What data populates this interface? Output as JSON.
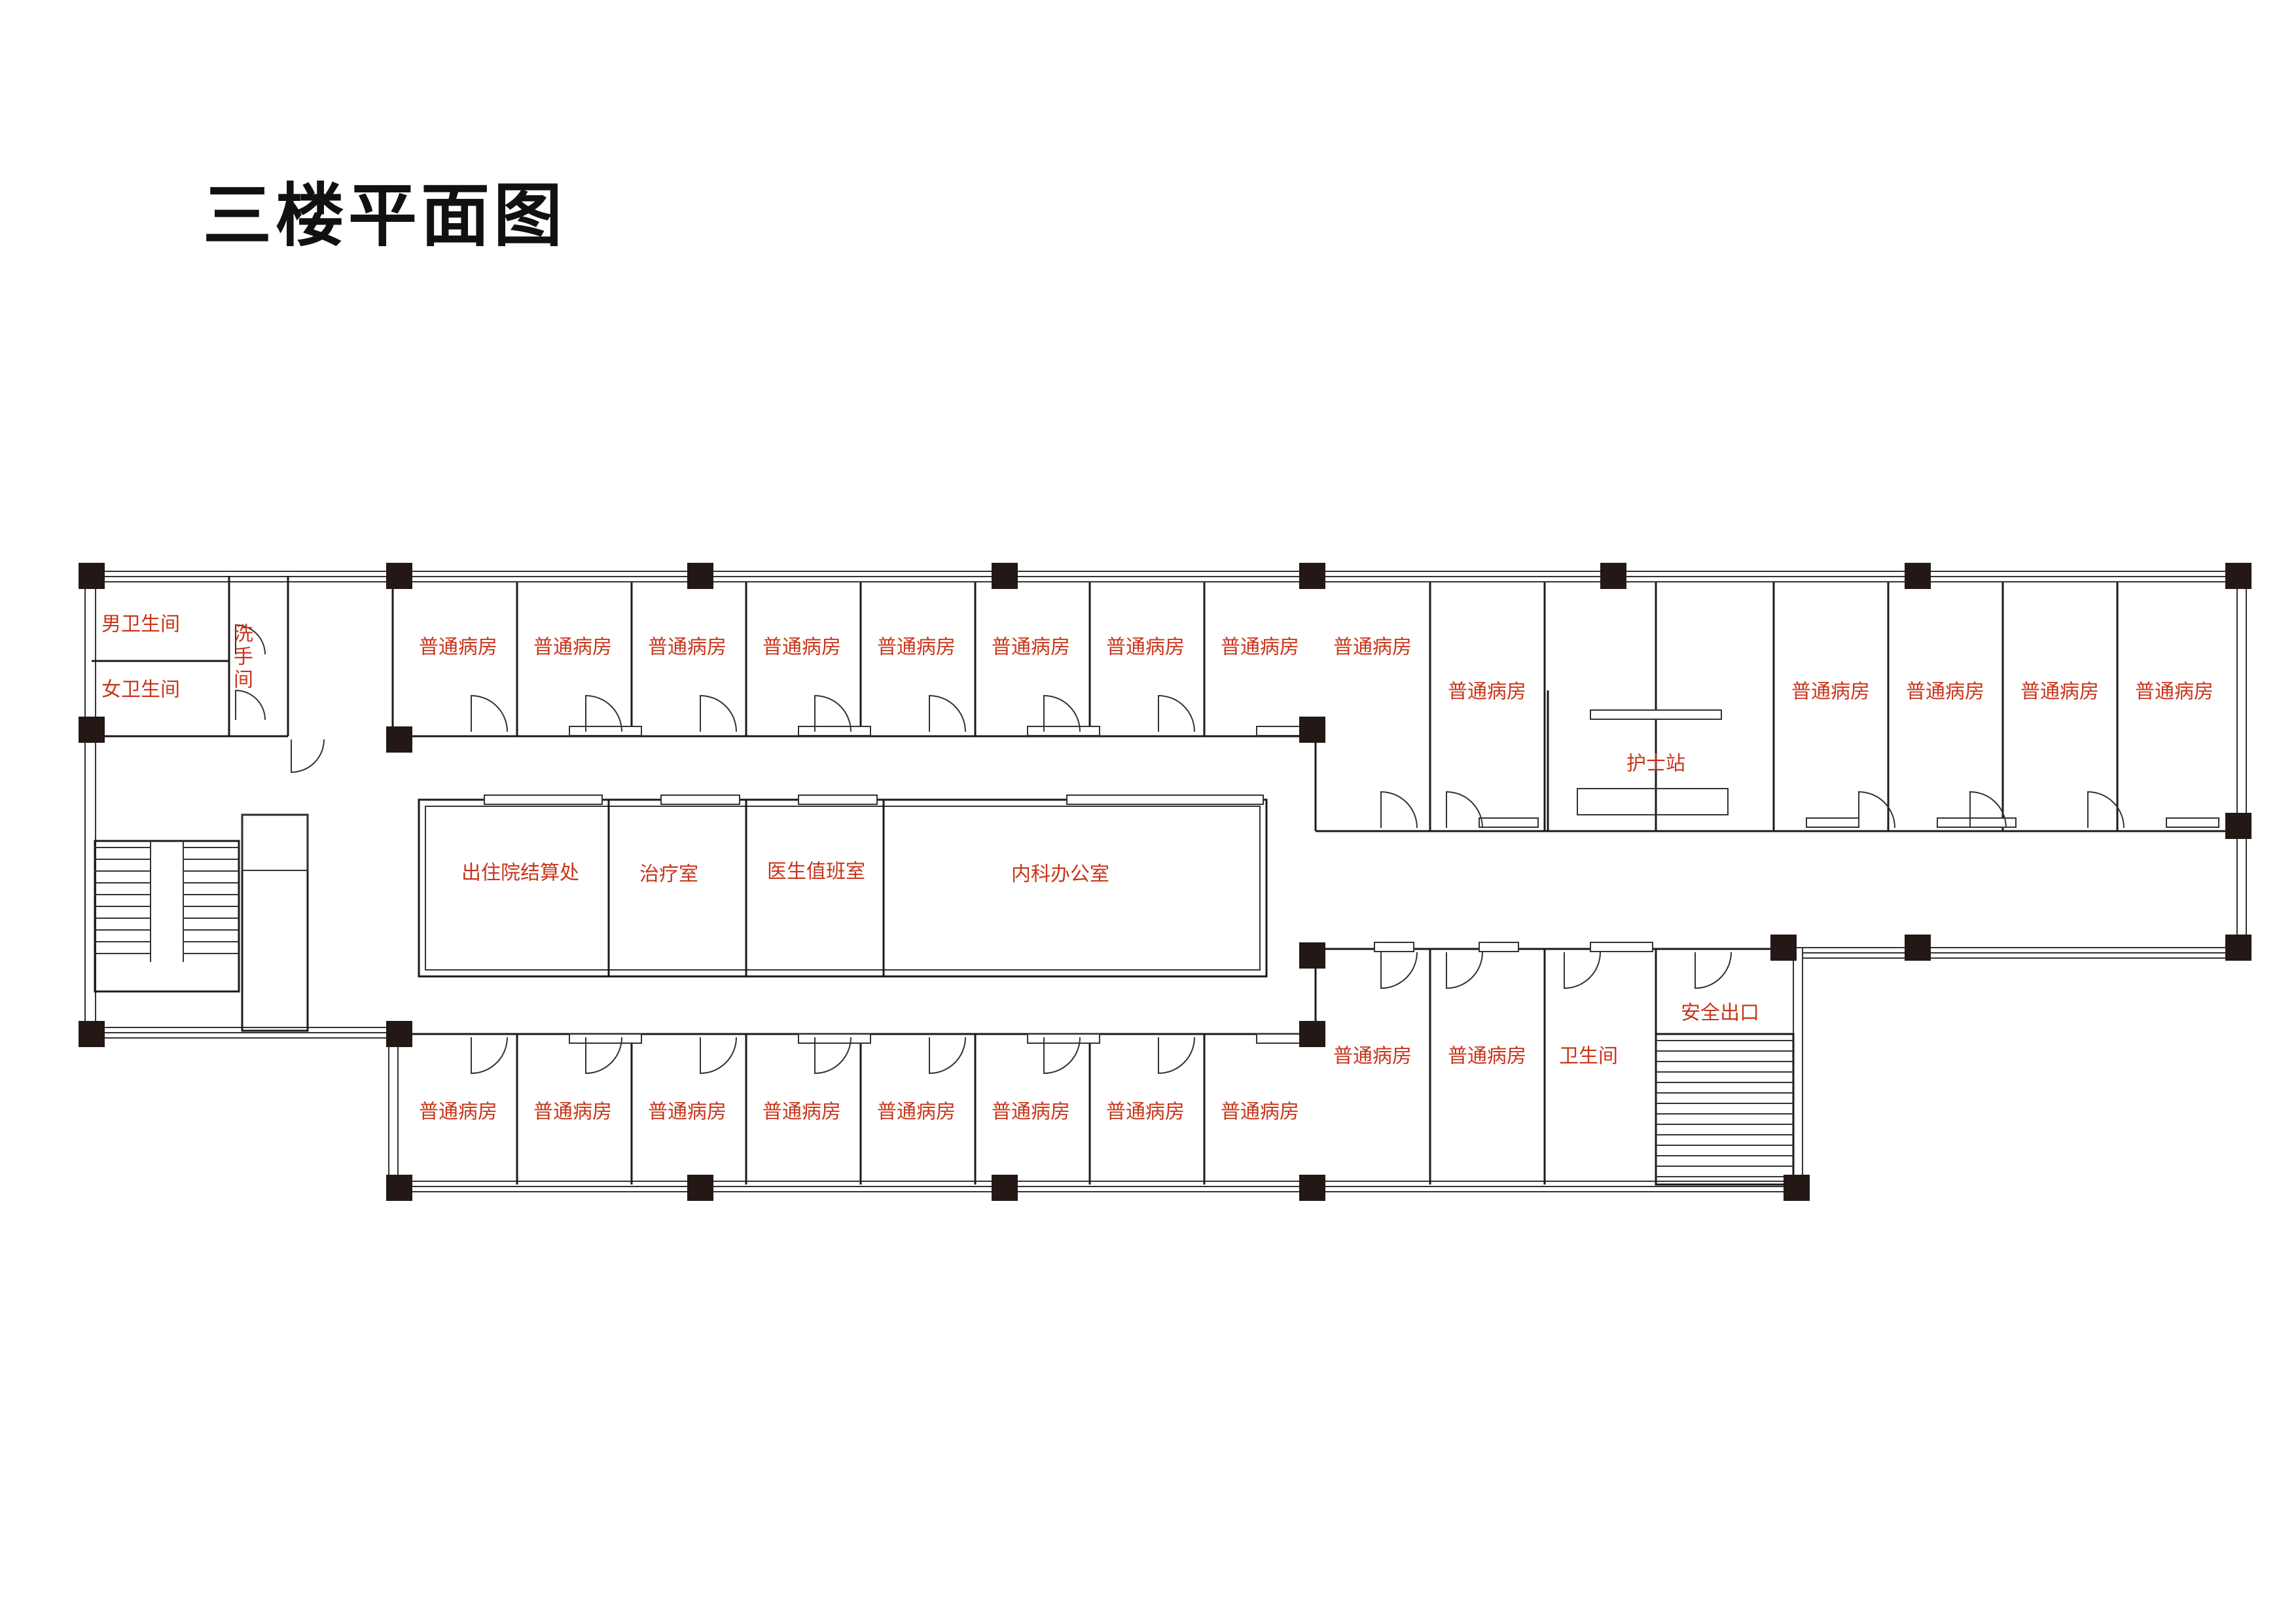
{
  "title": "三楼平面图",
  "colors": {
    "label": "#c8361b",
    "wall": "#1a1a1a",
    "column": "#231815"
  },
  "rooms": {
    "male_wc": "男卫生间",
    "female_wc": "女卫生间",
    "washroom": [
      "洗",
      "手",
      "间"
    ],
    "settlement": "出住院结算处",
    "treatment": "治疗室",
    "duty": "医生值班室",
    "office": "内科办公室",
    "nurse": "护士站",
    "exit": "安全出口",
    "wc": "卫生间",
    "ward_top": [
      "普通病房",
      "普通病房",
      "普通病房",
      "普通病房",
      "普通病房",
      "普通病房",
      "普通病房",
      "普通病房",
      "普通病房"
    ],
    "ward_east_top": [
      "普通病房",
      "普通病房",
      "普通病房",
      "普通病房",
      "普通病房"
    ],
    "ward_bottom": [
      "普通病房",
      "普通病房",
      "普通病房",
      "普通病房",
      "普通病房",
      "普通病房",
      "普通病房",
      "普通病房"
    ],
    "ward_east_bottom": [
      "普通病房",
      "普通病房"
    ]
  }
}
